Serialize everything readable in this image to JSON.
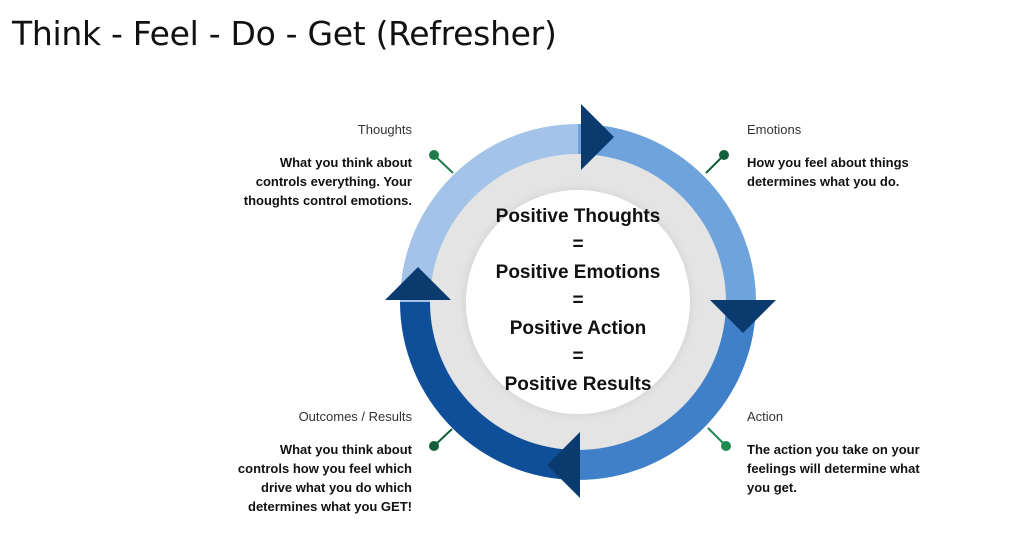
{
  "title": "Think - Feel - Do - Get (Refresher)",
  "center": {
    "lines": [
      "Positive Thoughts",
      "=",
      "Positive Emotions",
      "=",
      "Positive Action",
      "=",
      "Positive Results"
    ]
  },
  "quadrants": {
    "thoughts": {
      "label": "Thoughts",
      "lines": [
        "What you think about",
        "controls everything. Your",
        "thoughts control emotions."
      ]
    },
    "emotions": {
      "label": "Emotions",
      "lines": [
        "How you feel about things",
        "determines what you do."
      ]
    },
    "action": {
      "label": "Action",
      "lines": [
        "The action you take on your",
        "feelings will determine what",
        "you get."
      ]
    },
    "outcomes": {
      "label": "Outcomes / Results",
      "lines": [
        "What you think about",
        "controls how you feel which",
        "drive what you do which",
        "determines what you GET!"
      ]
    }
  },
  "colors": {
    "segment_thoughts": "#a3c4e8",
    "segment_emotions": "#6fa3dc",
    "segment_action": "#3f80c8",
    "segment_outcomes": "#0f4f9a",
    "arrow": "#0b3a6e",
    "inner_ring": "#e4e4e4",
    "connector": "#1f7a4a"
  }
}
